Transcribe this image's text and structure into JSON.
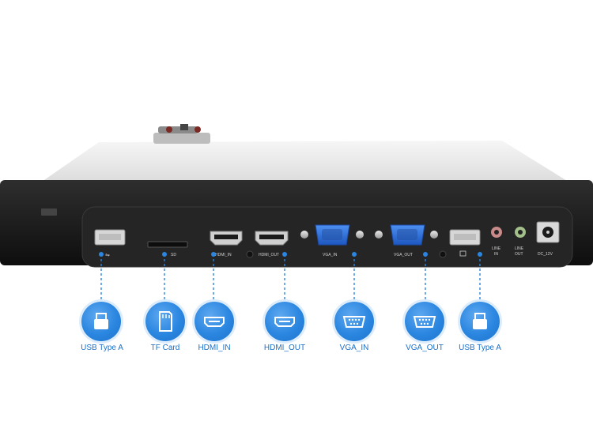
{
  "device_labels": {
    "sd": "SD",
    "hdmi_in": "HDMI_IN",
    "hdmi_out": "HDMI_OUT",
    "vga_in": "VGA_IN",
    "vga_out": "VGA_OUT",
    "line_in_1": "LINE",
    "line_in_2": "IN",
    "line_out_1": "LINE",
    "line_out_2": "OUT",
    "dc": "DC_12V"
  },
  "callouts": [
    {
      "label": "USB Type A",
      "icon": "usb-icon"
    },
    {
      "label": "TF Card",
      "icon": "sd-card-icon"
    },
    {
      "label": "HDMI_IN",
      "icon": "hdmi-port-icon"
    },
    {
      "label": "HDMI_OUT",
      "icon": "hdmi-port-icon"
    },
    {
      "label": "VGA_IN",
      "icon": "vga-port-icon"
    },
    {
      "label": "VGA_OUT",
      "icon": "vga-port-icon"
    },
    {
      "label": "USB Type A",
      "icon": "usb-icon"
    }
  ],
  "colors": {
    "accent": "#2a86e0",
    "label_text": "#1b6fc7",
    "device_body": "#1a1a1a",
    "port_panel": "#262626",
    "vga_blue": "#2f6fd8"
  }
}
